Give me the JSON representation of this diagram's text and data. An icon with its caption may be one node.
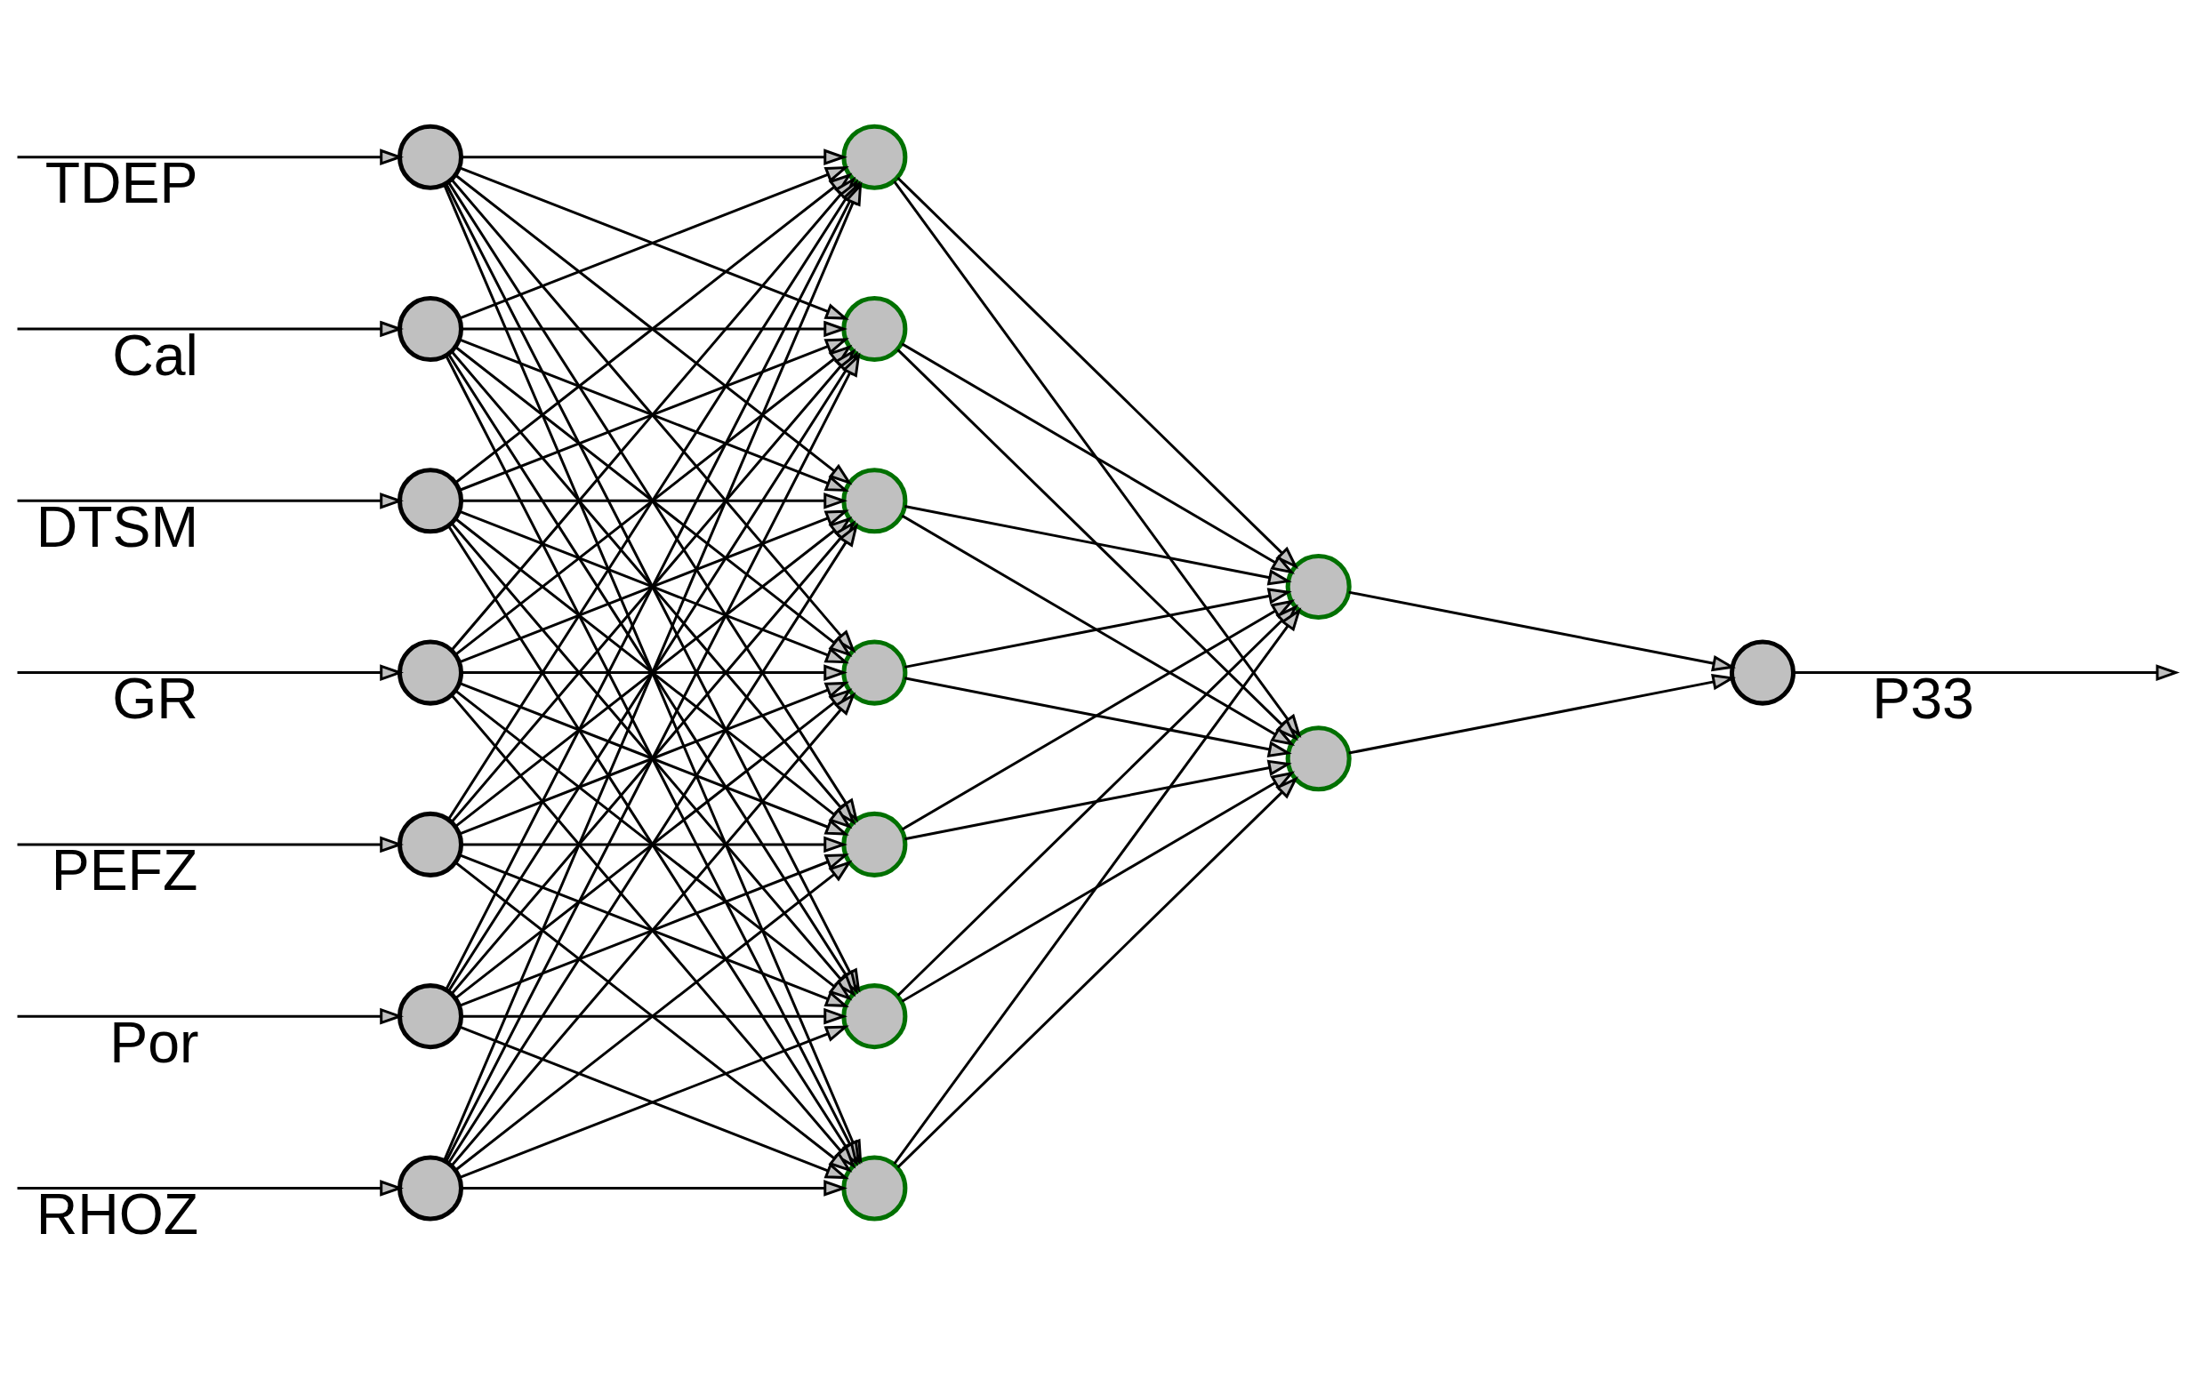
{
  "diagram": {
    "nodes": [
      {
        "text": [],
        "shape": "circle"
      },
      {
        "text": [],
        "shape": "circle"
      },
      {
        "text": [],
        "shape": "circle"
      },
      {
        "text": [],
        "shape": "circle"
      },
      {
        "text": [],
        "shape": "circle"
      },
      {
        "text": [],
        "shape": "circle"
      },
      {
        "text": [],
        "shape": "circle"
      },
      {
        "text": [],
        "shape": "circle"
      },
      {
        "text": [],
        "shape": "circle"
      },
      {
        "text": [],
        "shape": "circle"
      },
      {
        "text": [],
        "shape": "circle"
      },
      {
        "text": [],
        "shape": "circle"
      },
      {
        "text": [],
        "shape": "circle"
      },
      {
        "text": [],
        "shape": "circle"
      },
      {
        "text": [],
        "shape": "circle"
      },
      {
        "text": [],
        "shape": "circle"
      },
      {
        "text": [],
        "shape": "circle"
      }
    ],
    "edges": [
      {
        "from": null,
        "to": 0,
        "arrow": "to",
        "label": "TDEP"
      },
      {
        "from": null,
        "to": 1,
        "arrow": "to",
        "label": "Cal"
      },
      {
        "from": null,
        "to": 2,
        "arrow": "to",
        "label": "DTSM"
      },
      {
        "from": null,
        "to": 3,
        "arrow": "to",
        "label": "GR"
      },
      {
        "from": null,
        "to": 4,
        "arrow": "to",
        "label": "PEFZ"
      },
      {
        "from": null,
        "to": 5,
        "arrow": "to",
        "label": "Por"
      },
      {
        "from": null,
        "to": 6,
        "arrow": "to",
        "label": "RHOZ"
      },
      {
        "from": 0,
        "to": 7,
        "arrow": "to"
      },
      {
        "from": 0,
        "to": 8,
        "arrow": "to"
      },
      {
        "from": 0,
        "to": 9,
        "arrow": "to"
      },
      {
        "from": 0,
        "to": 10,
        "arrow": "to"
      },
      {
        "from": 0,
        "to": 11,
        "arrow": "to"
      },
      {
        "from": 0,
        "to": 12,
        "arrow": "to"
      },
      {
        "from": 0,
        "to": 13,
        "arrow": "to"
      },
      {
        "from": 1,
        "to": 7,
        "arrow": "to"
      },
      {
        "from": 1,
        "to": 8,
        "arrow": "to"
      },
      {
        "from": 1,
        "to": 9,
        "arrow": "to"
      },
      {
        "from": 1,
        "to": 10,
        "arrow": "to"
      },
      {
        "from": 1,
        "to": 11,
        "arrow": "to"
      },
      {
        "from": 1,
        "to": 12,
        "arrow": "to"
      },
      {
        "from": 1,
        "to": 13,
        "arrow": "to"
      },
      {
        "from": 2,
        "to": 7,
        "arrow": "to"
      },
      {
        "from": 2,
        "to": 8,
        "arrow": "to"
      },
      {
        "from": 2,
        "to": 9,
        "arrow": "to"
      },
      {
        "from": 2,
        "to": 10,
        "arrow": "to"
      },
      {
        "from": 2,
        "to": 11,
        "arrow": "to"
      },
      {
        "from": 2,
        "to": 12,
        "arrow": "to"
      },
      {
        "from": 2,
        "to": 13,
        "arrow": "to"
      },
      {
        "from": 3,
        "to": 7,
        "arrow": "to"
      },
      {
        "from": 3,
        "to": 8,
        "arrow": "to"
      },
      {
        "from": 3,
        "to": 9,
        "arrow": "to"
      },
      {
        "from": 3,
        "to": 10,
        "arrow": "to"
      },
      {
        "from": 3,
        "to": 11,
        "arrow": "to"
      },
      {
        "from": 3,
        "to": 12,
        "arrow": "to"
      },
      {
        "from": 3,
        "to": 13,
        "arrow": "to"
      },
      {
        "from": 4,
        "to": 7,
        "arrow": "to"
      },
      {
        "from": 4,
        "to": 8,
        "arrow": "to"
      },
      {
        "from": 4,
        "to": 9,
        "arrow": "to"
      },
      {
        "from": 4,
        "to": 10,
        "arrow": "to"
      },
      {
        "from": 4,
        "to": 11,
        "arrow": "to"
      },
      {
        "from": 4,
        "to": 12,
        "arrow": "to"
      },
      {
        "from": 4,
        "to": 13,
        "arrow": "to"
      },
      {
        "from": 5,
        "to": 7,
        "arrow": "to"
      },
      {
        "from": 5,
        "to": 8,
        "arrow": "to"
      },
      {
        "from": 5,
        "to": 9,
        "arrow": "to"
      },
      {
        "from": 5,
        "to": 10,
        "arrow": "to"
      },
      {
        "from": 5,
        "to": 11,
        "arrow": "to"
      },
      {
        "from": 5,
        "to": 12,
        "arrow": "to"
      },
      {
        "from": 5,
        "to": 13,
        "arrow": "to"
      },
      {
        "from": 6,
        "to": 7,
        "arrow": "to"
      },
      {
        "from": 6,
        "to": 8,
        "arrow": "to"
      },
      {
        "from": 6,
        "to": 9,
        "arrow": "to"
      },
      {
        "from": 6,
        "to": 10,
        "arrow": "to"
      },
      {
        "from": 6,
        "to": 11,
        "arrow": "to"
      },
      {
        "from": 6,
        "to": 12,
        "arrow": "to"
      },
      {
        "from": 6,
        "to": 13,
        "arrow": "to"
      },
      {
        "from": 7,
        "to": 14,
        "arrow": "to"
      },
      {
        "from": 7,
        "to": 15,
        "arrow": "to"
      },
      {
        "from": 8,
        "to": 14,
        "arrow": "to"
      },
      {
        "from": 8,
        "to": 15,
        "arrow": "to"
      },
      {
        "from": 9,
        "to": 14,
        "arrow": "to"
      },
      {
        "from": 9,
        "to": 15,
        "arrow": "to"
      },
      {
        "from": 10,
        "to": 14,
        "arrow": "to"
      },
      {
        "from": 10,
        "to": 15,
        "arrow": "to"
      },
      {
        "from": 11,
        "to": 14,
        "arrow": "to"
      },
      {
        "from": 11,
        "to": 15,
        "arrow": "to"
      },
      {
        "from": 12,
        "to": 14,
        "arrow": "to"
      },
      {
        "from": 12,
        "to": 15,
        "arrow": "to"
      },
      {
        "from": 13,
        "to": 14,
        "arrow": "to"
      },
      {
        "from": 13,
        "to": 15,
        "arrow": "to"
      },
      {
        "from": 14,
        "to": 16,
        "arrow": "to"
      },
      {
        "from": 15,
        "to": 16,
        "arrow": "to"
      },
      {
        "from": 16,
        "to": null,
        "arrow": "to",
        "label": "P33"
      }
    ]
  }
}
